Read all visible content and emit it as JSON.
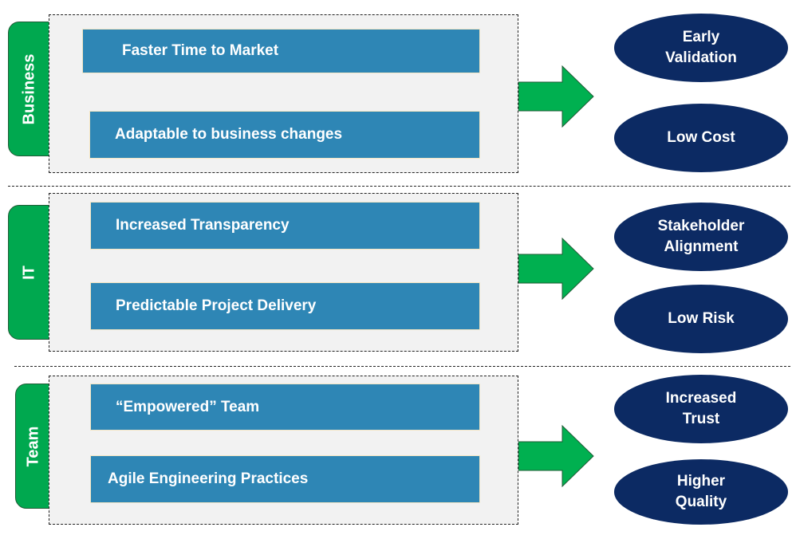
{
  "sections": [
    {
      "label": "Business",
      "items": [
        "Faster Time to Market",
        "Adaptable to business changes"
      ],
      "outcomes": [
        [
          "Early",
          "Validation"
        ],
        [
          "Low Cost"
        ]
      ]
    },
    {
      "label": "IT",
      "items": [
        "Increased Transparency",
        "Predictable Project Delivery"
      ],
      "outcomes": [
        [
          "Stakeholder",
          "Alignment"
        ],
        [
          "Low Risk"
        ]
      ]
    },
    {
      "label": "Team",
      "items": [
        "“Empowered” Team",
        "Agile Engineering Practices"
      ],
      "outcomes": [
        [
          "Increased",
          "Trust"
        ],
        [
          "Higher",
          "Quality"
        ]
      ]
    }
  ],
  "colors": {
    "tab_green": "#00a84f",
    "arrow_green": "#00b050",
    "box_blue": "#2e86b5",
    "oval_navy": "#0c2a63",
    "panel_gray": "#f2f2f2"
  }
}
